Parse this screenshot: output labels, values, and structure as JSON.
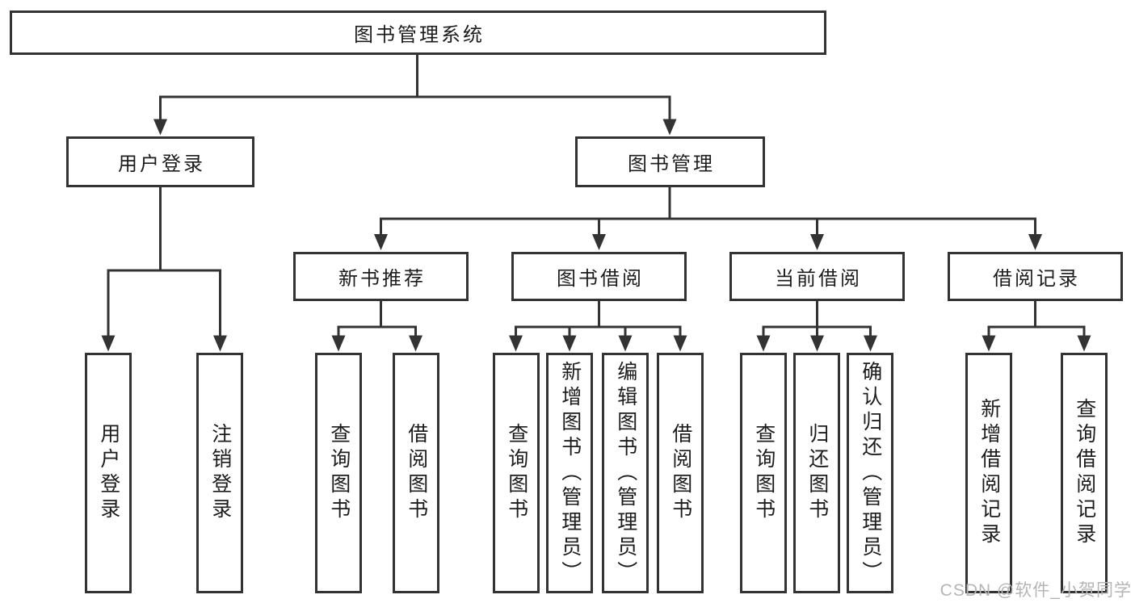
{
  "colors": {
    "line-color": "#333333",
    "text-color": "#1c1c1c",
    "box-bg": "#ffffff",
    "watermark-color": "#b5b5b5"
  },
  "tree": {
    "label": "图书管理系统",
    "children": [
      {
        "label": "用户登录",
        "children": [
          {
            "label": "用户登录"
          },
          {
            "label": "注销登录"
          }
        ]
      },
      {
        "label": "图书管理",
        "children": [
          {
            "label": "新书推荐",
            "children": [
              {
                "label": "查询图书"
              },
              {
                "label": "借阅图书"
              }
            ]
          },
          {
            "label": "图书借阅",
            "children": [
              {
                "label": "查询图书"
              },
              {
                "label": "新增图书（管理员）"
              },
              {
                "label": "编辑图书（管理员）"
              },
              {
                "label": "借阅图书"
              }
            ]
          },
          {
            "label": "当前借阅",
            "children": [
              {
                "label": "查询图书"
              },
              {
                "label": "归还图书"
              },
              {
                "label": "确认归还（管理员）"
              }
            ]
          },
          {
            "label": "借阅记录",
            "children": [
              {
                "label": "新增借阅记录"
              },
              {
                "label": "查询借阅记录"
              }
            ]
          }
        ]
      }
    ]
  },
  "watermark": {
    "text": "CSDN @软件_小贺同学"
  }
}
